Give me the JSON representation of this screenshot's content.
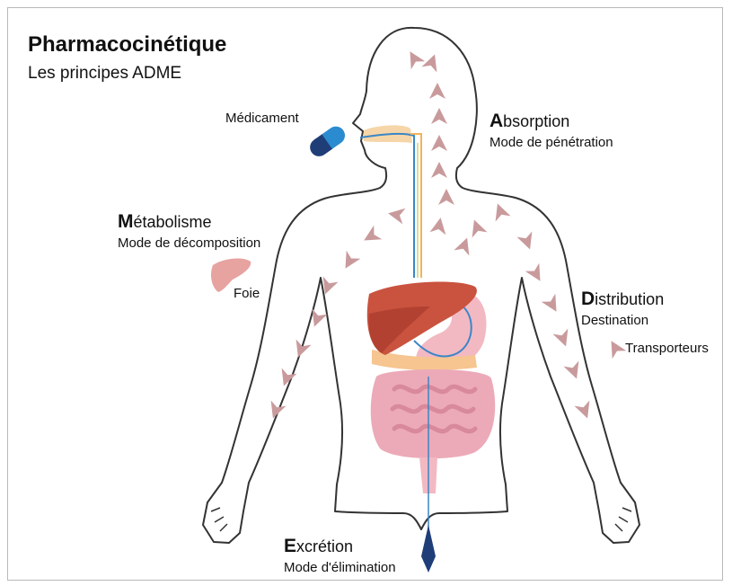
{
  "title": "Pharmacocinétique",
  "subtitle": "Les principes ADME",
  "labels": {
    "medicament": "Médicament",
    "foie": "Foie",
    "transporteurs": "Transporteurs"
  },
  "adme": {
    "absorption": {
      "initial": "A",
      "rest": "bsorption",
      "desc": "Mode de pénétration"
    },
    "metabolisme": {
      "initial": "M",
      "rest": "étabolisme",
      "desc": "Mode de décomposition"
    },
    "distribution": {
      "initial": "D",
      "rest": "istribution",
      "desc": "Destination"
    },
    "excretion": {
      "initial": "E",
      "rest": "xcrétion",
      "desc": "Mode d'élimination"
    }
  },
  "colors": {
    "outline": "#333333",
    "arrow": "#c99a9c",
    "liver": "#c9533f",
    "intestine": "#ecaab8",
    "stomach": "#f2b9c3",
    "tract_blue": "#3b86c6",
    "tract_orange": "#f3b35a",
    "capsule_blue": "#1f3e78",
    "capsule_light": "#2b8bd0"
  },
  "icons": [
    "capsule-icon",
    "liver-icon",
    "arrow-icon",
    "body-outline-icon",
    "digestive-system-icon"
  ]
}
